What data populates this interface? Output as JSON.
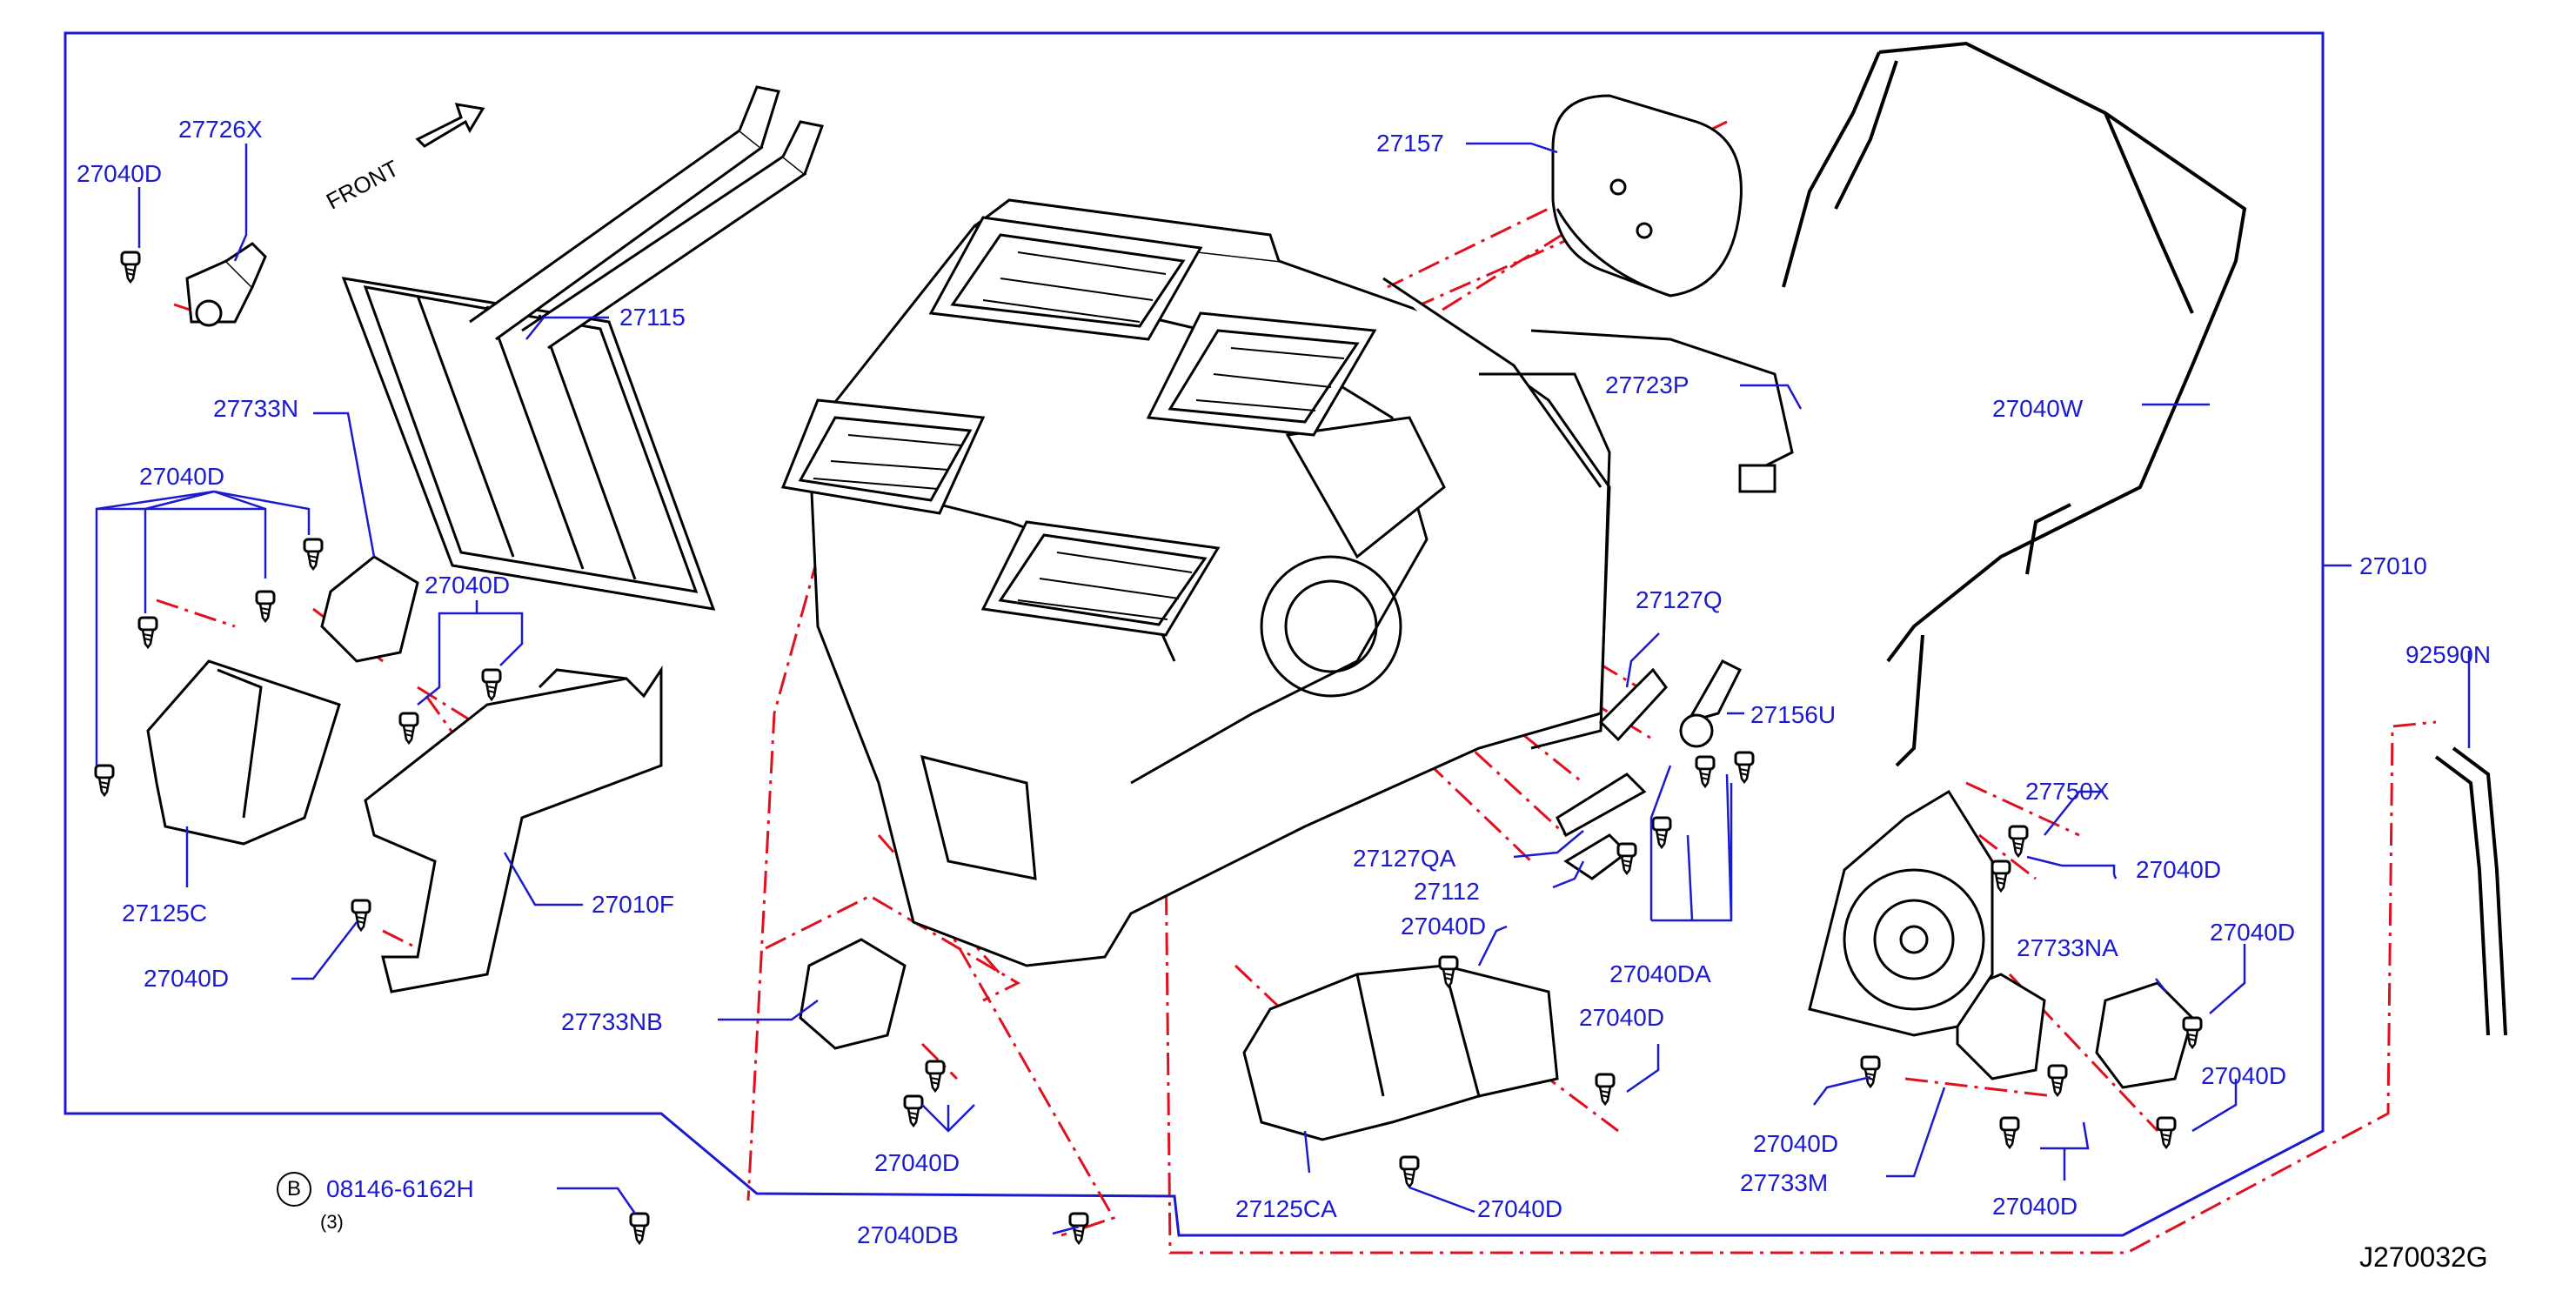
{
  "diagram": {
    "code": "J270032G",
    "front_label": "FRONT",
    "bolt_symbol": "B",
    "bolt_qty": "(3)",
    "colors": {
      "label": "#1a1ad0",
      "leader": "#1a1ad0",
      "phantom": "#e0101e",
      "line": "#000000"
    },
    "icons": [
      "front-arrow-icon",
      "bolt-circle-icon",
      "screw-icon"
    ]
  },
  "parts": {
    "p27726X": "27726X",
    "p27040D_a": "27040D",
    "p27115": "27115",
    "p27733N": "27733N",
    "p27040D_b": "27040D",
    "p27040D_c": "27040D",
    "p27125C": "27125C",
    "p27040D_d": "27040D",
    "p27010F": "27010F",
    "p27157": "27157",
    "p27723P": "27723P",
    "p27040W": "27040W",
    "p27010": "27010",
    "p92590N": "92590N",
    "p27127Q": "27127Q",
    "p27156U": "27156U",
    "p27750X": "27750X",
    "p27127QA": "27127QA",
    "p27112": "27112",
    "p27040D_e": "27040D",
    "p27040DA": "27040DA",
    "p27040D_f": "27040D",
    "p27733NA": "27733NA",
    "p27040D_g": "27040D",
    "p27733NB": "27733NB",
    "p27040D_h": "27040D",
    "p27040D_i": "27040D",
    "p27040D_j": "27040D",
    "p27040D_k": "27040D",
    "p27733M": "27733M",
    "p27125CA": "27125CA",
    "p27040D_l": "27040D",
    "p27040D_m": "27040D",
    "p08146": "08146-6162H",
    "p27040DB": "27040DB"
  }
}
